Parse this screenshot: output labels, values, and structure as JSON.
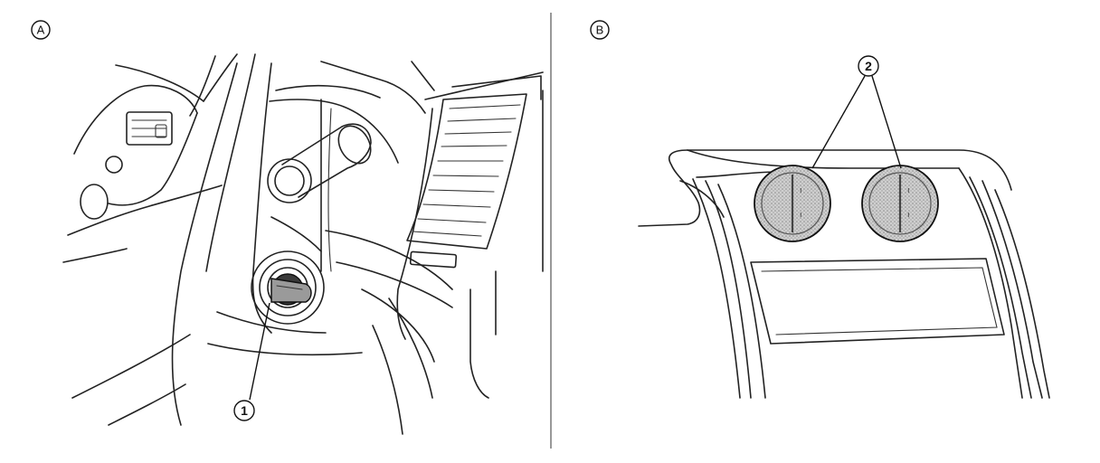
{
  "panels": [
    {
      "id": "A",
      "label": "A"
    },
    {
      "id": "B",
      "label": "B"
    }
  ],
  "callouts": [
    {
      "id": "1",
      "label": "1"
    },
    {
      "id": "2",
      "label": "2"
    }
  ],
  "colors": {
    "line": "#222222",
    "background": "#ffffff",
    "dial_fill": "#bdbdbd"
  }
}
